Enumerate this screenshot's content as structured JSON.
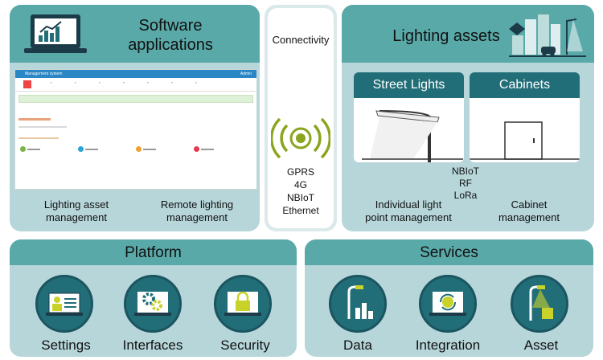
{
  "software": {
    "title_line1": "Software",
    "title_line2": "applications",
    "label_left_line1": "Lighting asset",
    "label_left_line2": "management",
    "label_right_line1": "Remote lighting",
    "label_right_line2": "management",
    "screenshot": {
      "app_title": "Management system",
      "user": "Admin"
    }
  },
  "connectivity": {
    "title": "Connectivity",
    "protocols": [
      "GPRS",
      "4G",
      "NBIoT",
      "Ethernet"
    ]
  },
  "lighting_assets": {
    "title": "Lighting assets",
    "street_lights_title": "Street Lights",
    "cabinets_title": "Cabinets",
    "protocols": [
      "NBIoT",
      "RF",
      "LoRa"
    ],
    "label_left_line1": "Individual light",
    "label_left_line2": "point management",
    "label_right_line1": "Cabinet",
    "label_right_line2": "management"
  },
  "platform": {
    "title": "Platform",
    "items": [
      "Settings",
      "Interfaces",
      "Security"
    ]
  },
  "services": {
    "title": "Services",
    "items": [
      "Data",
      "Integration",
      "Asset"
    ]
  },
  "colors": {
    "header": "#5aa9a9",
    "panel": "#b7d6da",
    "icon": "#226e78",
    "signal": "#8aa51e"
  }
}
